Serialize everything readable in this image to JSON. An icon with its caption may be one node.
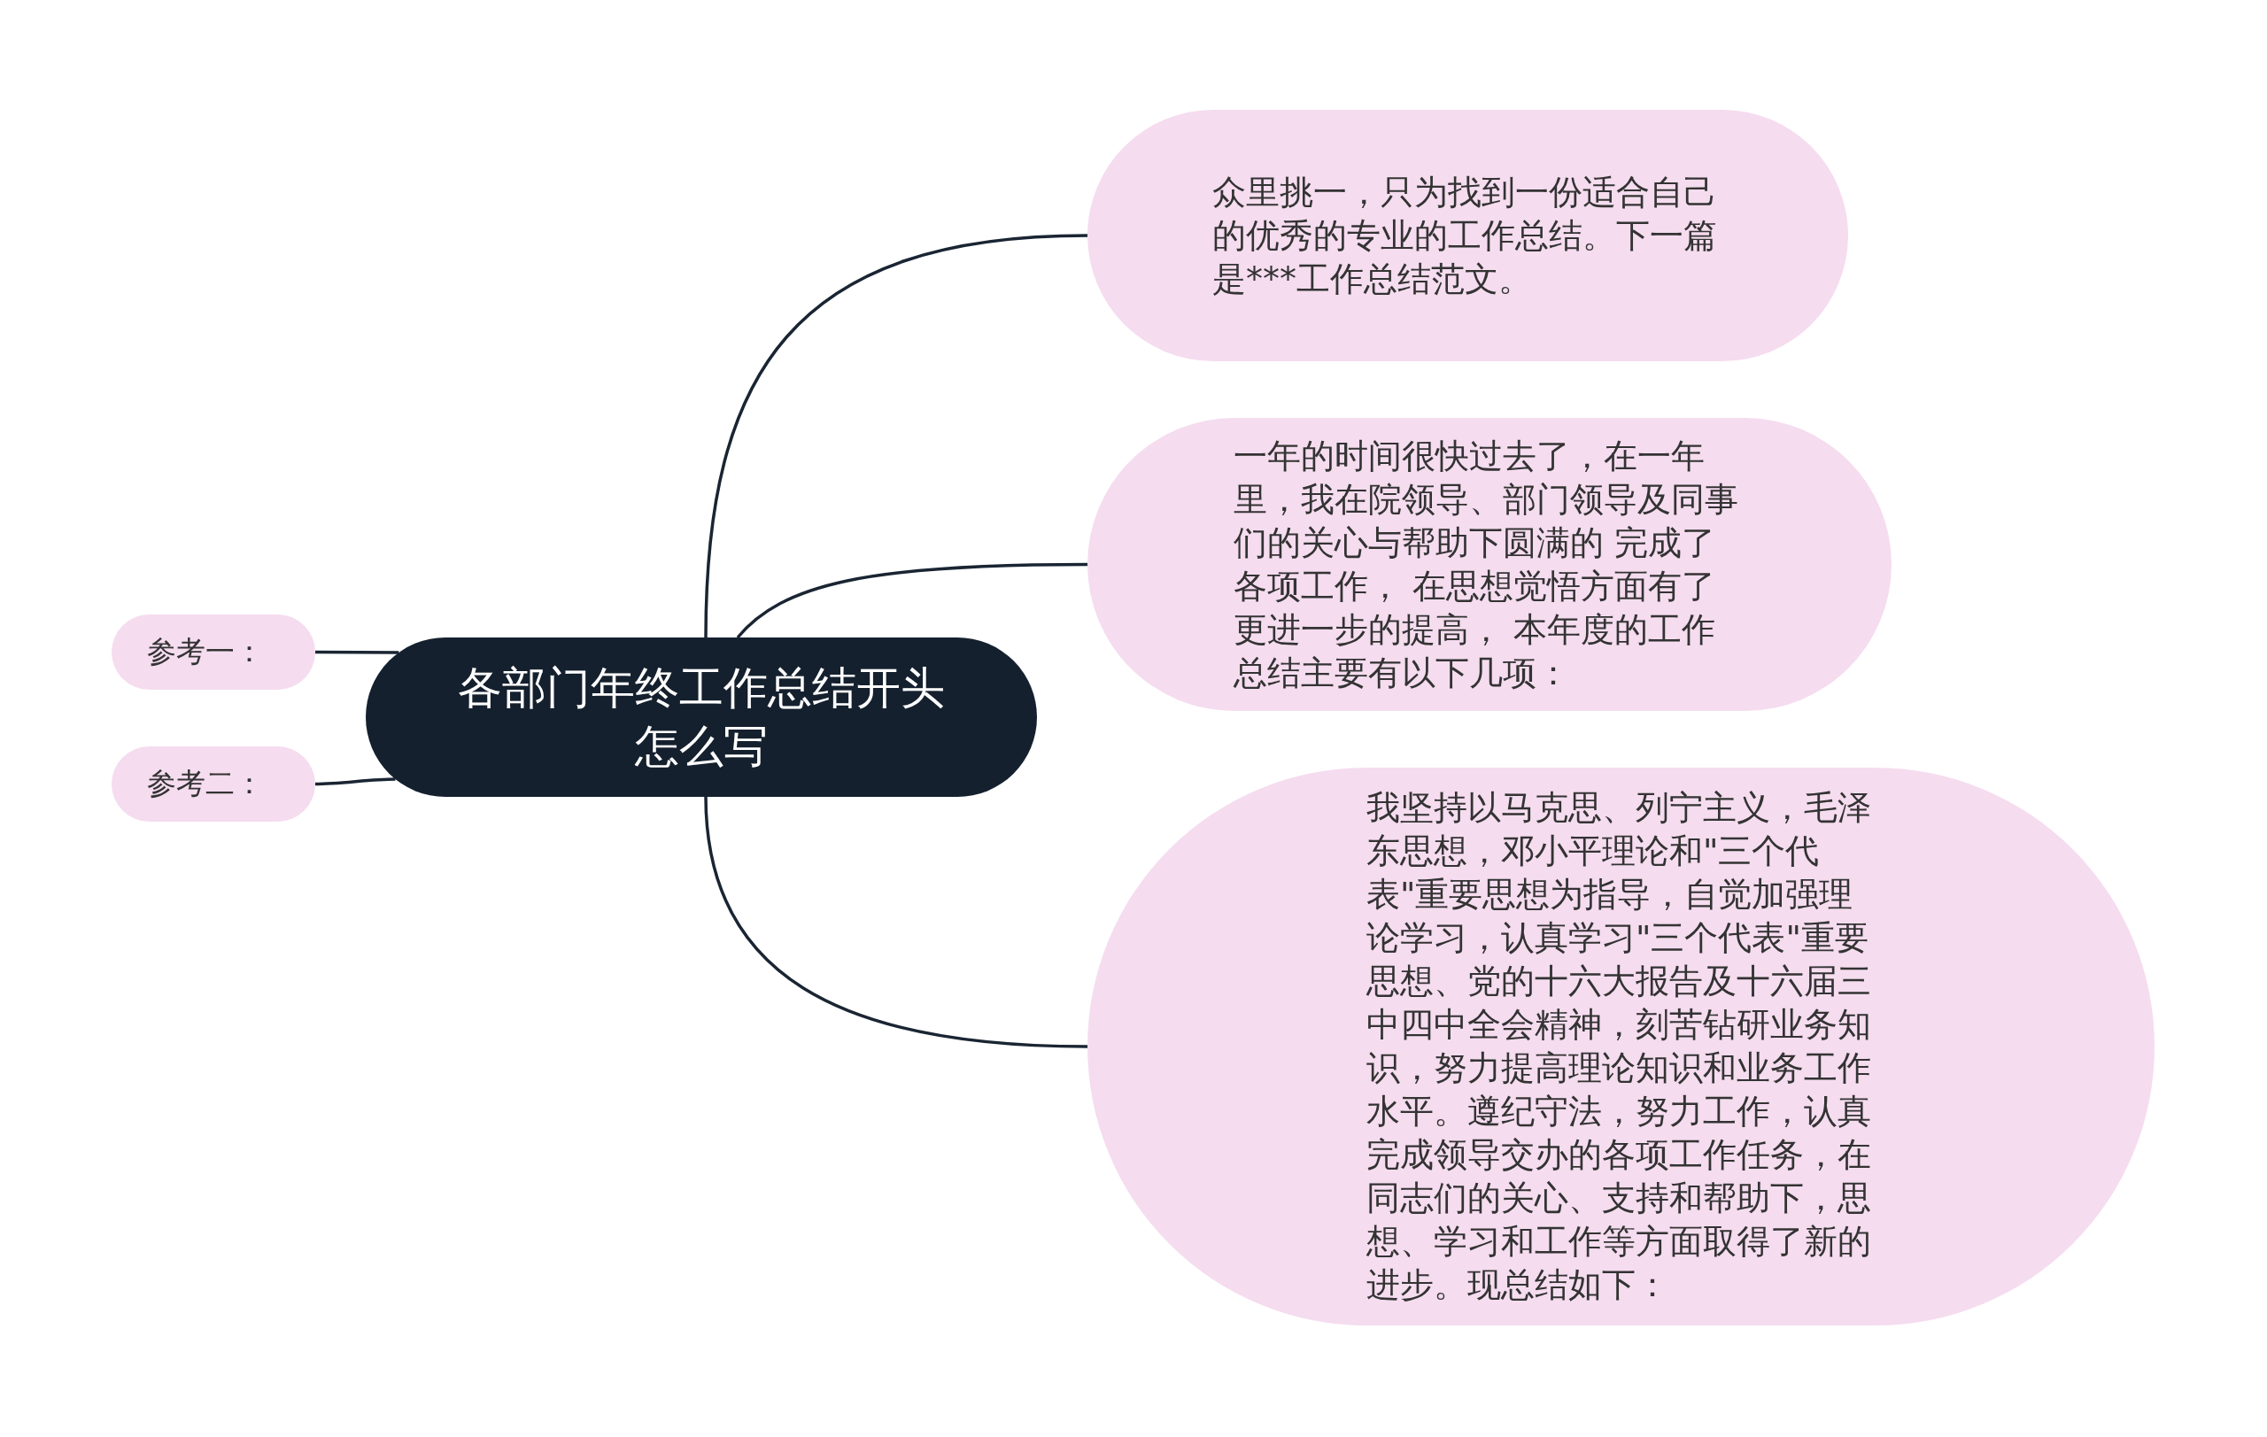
{
  "diagram": {
    "nodes": [
      {
        "text": [
          "各部门年终工作总结开头怎么写"
        ]
      },
      {
        "text": [
          "众里挑一，只为找到一份适合自己的优秀的专业的工作总结。下一篇是***工作总结范文。"
        ]
      },
      {
        "text": [
          "一年的时间很快过去了，在一年里，我在院领导、部门领导及同事们的关心与帮助下圆满的 完成了各项工作， 在思想觉悟方面有了更进一步的提高， 本年度的工作总结主要有以下几项："
        ]
      },
      {
        "text": [
          "我坚持以马克思、列宁主义，毛泽东思想，邓小平理论和\"三个代表\"重要思想为指导，自觉加强理论学习，认真学习\"三个代表\"重要思想、党的十六大报告及十六届三中四中全会精神，刻苦钻研业务知识，努力提高理论知识和业务工作水平。遵纪守法，努力工作，认真完成领导交办的各项工作任务，在同志们的关心、支持和帮助下，思想、学习和工作等方面取得了新的进步。现总结如下："
        ]
      },
      {
        "text": [
          "参考一："
        ]
      },
      {
        "text": [
          "参考二："
        ]
      }
    ],
    "edges": [
      {
        "from": 0,
        "to": 1,
        "arrow": "none"
      },
      {
        "from": 0,
        "to": 2,
        "arrow": "none"
      },
      {
        "from": 0,
        "to": 3,
        "arrow": "none"
      },
      {
        "from": 0,
        "to": 4,
        "arrow": "none"
      },
      {
        "from": 0,
        "to": 5,
        "arrow": "none"
      }
    ]
  }
}
